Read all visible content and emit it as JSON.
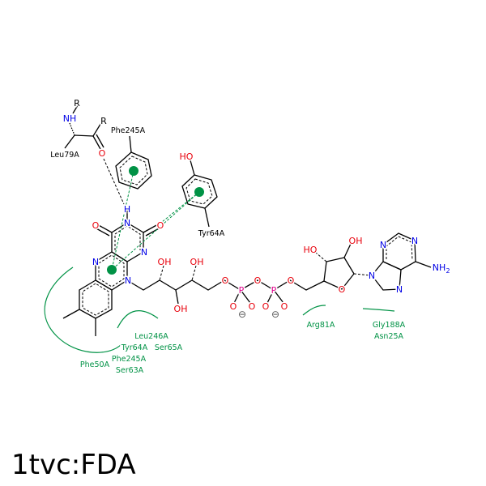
{
  "title": "1tvc:FDA",
  "atoms": {
    "R1": "R",
    "NH": "NH",
    "R2": "R",
    "O_leu": "O",
    "H": "H",
    "O4": "O",
    "N3": "N",
    "O2": "O",
    "N1": "N",
    "N5": "N",
    "N10": "N",
    "OH1": "OH",
    "OH2": "OH",
    "OH3": "OH",
    "O_r": "O",
    "P1": "P",
    "O_b": "O",
    "P2": "P",
    "O_c": "O",
    "O1a": "O",
    "O1b": "O",
    "O2a": "O",
    "O2b": "O",
    "minus1": "⊖",
    "minus2": "⊖",
    "HO_rib": "HO",
    "OH_rib": "OH",
    "O4p": "O",
    "N9": "N",
    "N7": "N",
    "N3a": "N",
    "N1a": "N",
    "NH2": "NH",
    "sub2": "2",
    "HO_tyr": "HO"
  },
  "residues": {
    "leu79": "Leu79A",
    "phe245": "Phe245A",
    "tyr64": "Tyr64A"
  },
  "hydrophobic_labels": [
    "Leu246A",
    "Ser65A",
    "Tyr64A",
    "Phe245A",
    "Ser63A",
    "Phe50A",
    "Arg81A",
    "Gly188A",
    "Asn25A"
  ],
  "colors": {
    "oxygen": "#e8000b",
    "nitrogen": "#0000e6",
    "phosphorus": "#e0008c",
    "interaction": "#009245"
  }
}
